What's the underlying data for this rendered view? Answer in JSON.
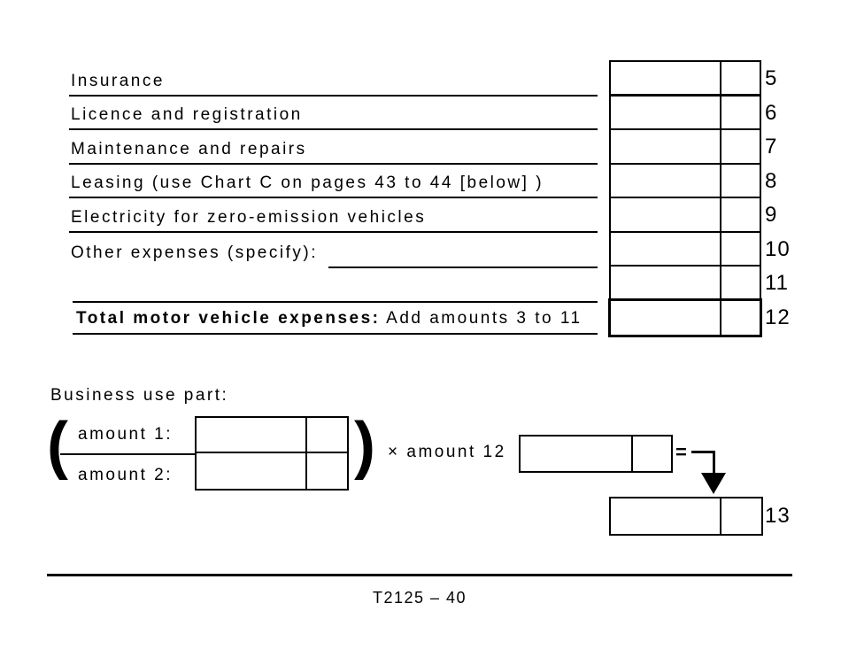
{
  "expense_section": {
    "rows": [
      {
        "label": "Insurance",
        "line": "5"
      },
      {
        "label": "Licence and registration",
        "line": "6"
      },
      {
        "label": "Maintenance and repairs",
        "line": "7"
      },
      {
        "label": "Leasing (use Chart C on pages 43 to 44 [below] )",
        "line": "8"
      },
      {
        "label": "Electricity for zero-emission vehicles",
        "line": "9"
      },
      {
        "label": "Other expenses (specify):",
        "line": "10"
      },
      {
        "label": "",
        "line": "11"
      },
      {
        "label": "",
        "line": "12"
      }
    ],
    "total_row": {
      "bold_label": "Total motor vehicle expenses:",
      "instruction": "Add amounts 3 to 11"
    }
  },
  "business_use_section": {
    "heading": "Business use part:",
    "open_paren": "(",
    "close_paren": ")",
    "amount1_label": "amount 1:",
    "amount2_label": "amount 2:",
    "multiply_label": "× amount 12",
    "equals_sign": "=",
    "result_line": "13"
  },
  "footer": {
    "page_ref": "T2125 – 40"
  },
  "colors": {
    "ink": "#000000",
    "paper": "#ffffff"
  }
}
